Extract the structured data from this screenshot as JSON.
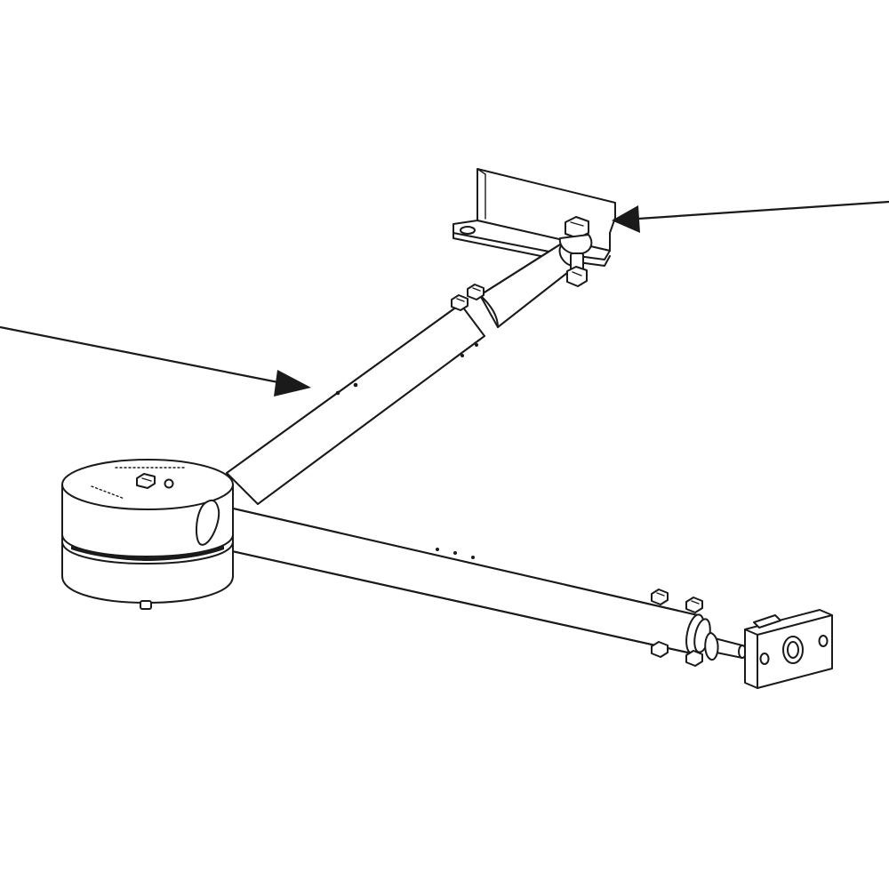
{
  "diagram": {
    "colors": {
      "line": "#1a1a1a",
      "fill": "#ffffff",
      "shade": "#f2f2f2",
      "background": "#ffffff"
    },
    "parts": [
      "weighted-base",
      "main-arm-tube",
      "side-arm-tube",
      "angle-mounting-bracket",
      "end-plate-bracket"
    ],
    "arrows": [
      {
        "id": "arrow-main-arm",
        "points_to": "main-arm-tube"
      },
      {
        "id": "arrow-bracket",
        "points_to": "angle-mounting-bracket"
      }
    ]
  }
}
